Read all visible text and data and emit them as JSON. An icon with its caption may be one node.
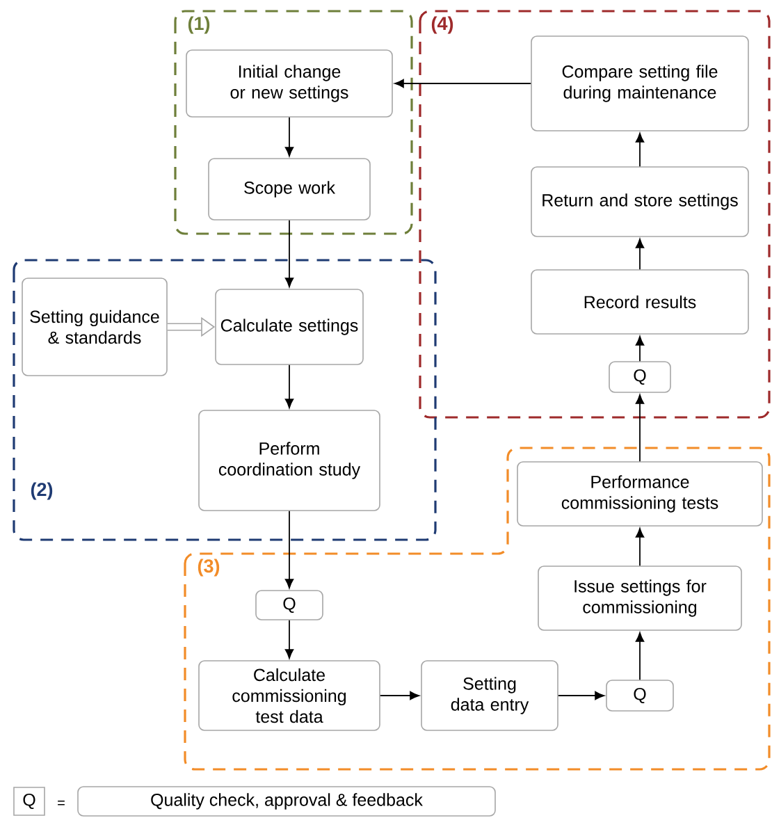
{
  "diagram": {
    "nodes": [
      {
        "text": [
          "(1)"
        ]
      },
      {
        "text": [
          "Initial change or new settings"
        ],
        "in": 0
      },
      {
        "text": [
          "Scope work"
        ],
        "in": 0
      },
      {
        "text": [
          "(4)"
        ]
      },
      {
        "text": [
          "Compare setting file during maintenance"
        ],
        "in": 3
      },
      {
        "text": [
          "Return and store settings"
        ],
        "in": 3
      },
      {
        "text": [
          "Record results"
        ],
        "in": 3
      },
      {
        "text": [
          "Q"
        ],
        "in": 3
      },
      {
        "text": [
          "(2)"
        ]
      },
      {
        "text": [
          "Setting guidance & standards"
        ],
        "in": 8
      },
      {
        "text": [
          "Calculate settings"
        ],
        "in": 8
      },
      {
        "text": [
          "Perform coordination study"
        ],
        "in": 8
      },
      {
        "text": [
          "(3)"
        ]
      },
      {
        "text": [
          "Q"
        ],
        "in": 12
      },
      {
        "text": [
          "Calculate commissioning test data"
        ],
        "in": 12
      },
      {
        "text": [
          "Setting data entry"
        ],
        "in": 12
      },
      {
        "text": [
          "Q"
        ],
        "in": 12
      },
      {
        "text": [
          "Issue settings for commissioning"
        ],
        "in": 12
      },
      {
        "text": [
          "Performance commissioning tests"
        ],
        "in": 12
      }
    ],
    "edges": [
      {
        "from": 1,
        "to": 2,
        "arrow": "to"
      },
      {
        "from": 2,
        "to": 10,
        "arrow": "to"
      },
      {
        "from": 9,
        "to": 10,
        "arrow": "to",
        "style": "thick",
        "color": "#a6a6a6"
      },
      {
        "from": 10,
        "to": 11,
        "arrow": "to"
      },
      {
        "from": 11,
        "to": 13,
        "arrow": "to"
      },
      {
        "from": 13,
        "to": 14,
        "arrow": "to"
      },
      {
        "from": 14,
        "to": 15,
        "arrow": "to"
      },
      {
        "from": 15,
        "to": 16,
        "arrow": "to"
      },
      {
        "from": 16,
        "to": 17,
        "arrow": "to"
      },
      {
        "from": 17,
        "to": 18,
        "arrow": "to"
      },
      {
        "from": 18,
        "to": 7,
        "arrow": "to"
      },
      {
        "from": 7,
        "to": 6,
        "arrow": "to"
      },
      {
        "from": 6,
        "to": 5,
        "arrow": "to"
      },
      {
        "from": 5,
        "to": 4,
        "arrow": "to"
      },
      {
        "from": 4,
        "to": 1,
        "arrow": "to"
      }
    ],
    "labels": [
      "Q",
      "=",
      "Quality check, approval & feedback"
    ]
  }
}
